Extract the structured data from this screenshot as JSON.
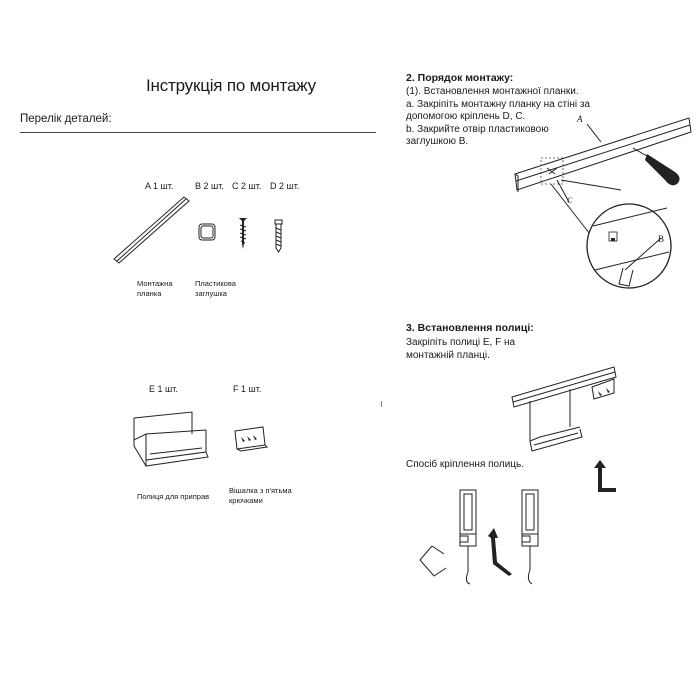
{
  "left": {
    "title": "Інструкція по монтажу",
    "parts_heading": "Перелік деталей:",
    "parts": {
      "a": {
        "code": "A 1 шт.",
        "caption_1": "Монтажна",
        "caption_2": "планка"
      },
      "b": {
        "code": "B 2 шт.",
        "caption_1": "Пластикова",
        "caption_2": "заглушка"
      },
      "c": {
        "code": "C 2 шт."
      },
      "d": {
        "code": "D 2 шт."
      },
      "e": {
        "code": "E 1 шт.",
        "caption_1": "Полиця для приправ"
      },
      "f": {
        "code": "F 1 шт.",
        "caption_1": "Вішалка з п'ятьма",
        "caption_2": "крючками"
      }
    }
  },
  "right": {
    "step2": {
      "title": "2. Порядок монтажу:",
      "sub": "(1). Встановлення монтажної планки.",
      "a_1": "a. Закріпіть монтажну планку на стіні за",
      "a_2": "допомогою кріплень D, C.",
      "b_1": "b. Закрийте отвір пластиковою",
      "b_2": "заглушкою B.",
      "label_a": "A",
      "label_c": "C",
      "label_b": "B"
    },
    "step3": {
      "title": "3. Встановлення полиці:",
      "line_1": "Закріпіть полиці  E, F на",
      "line_2": "монтажній планці.",
      "method": "Спосіб кріплення полиць."
    }
  }
}
